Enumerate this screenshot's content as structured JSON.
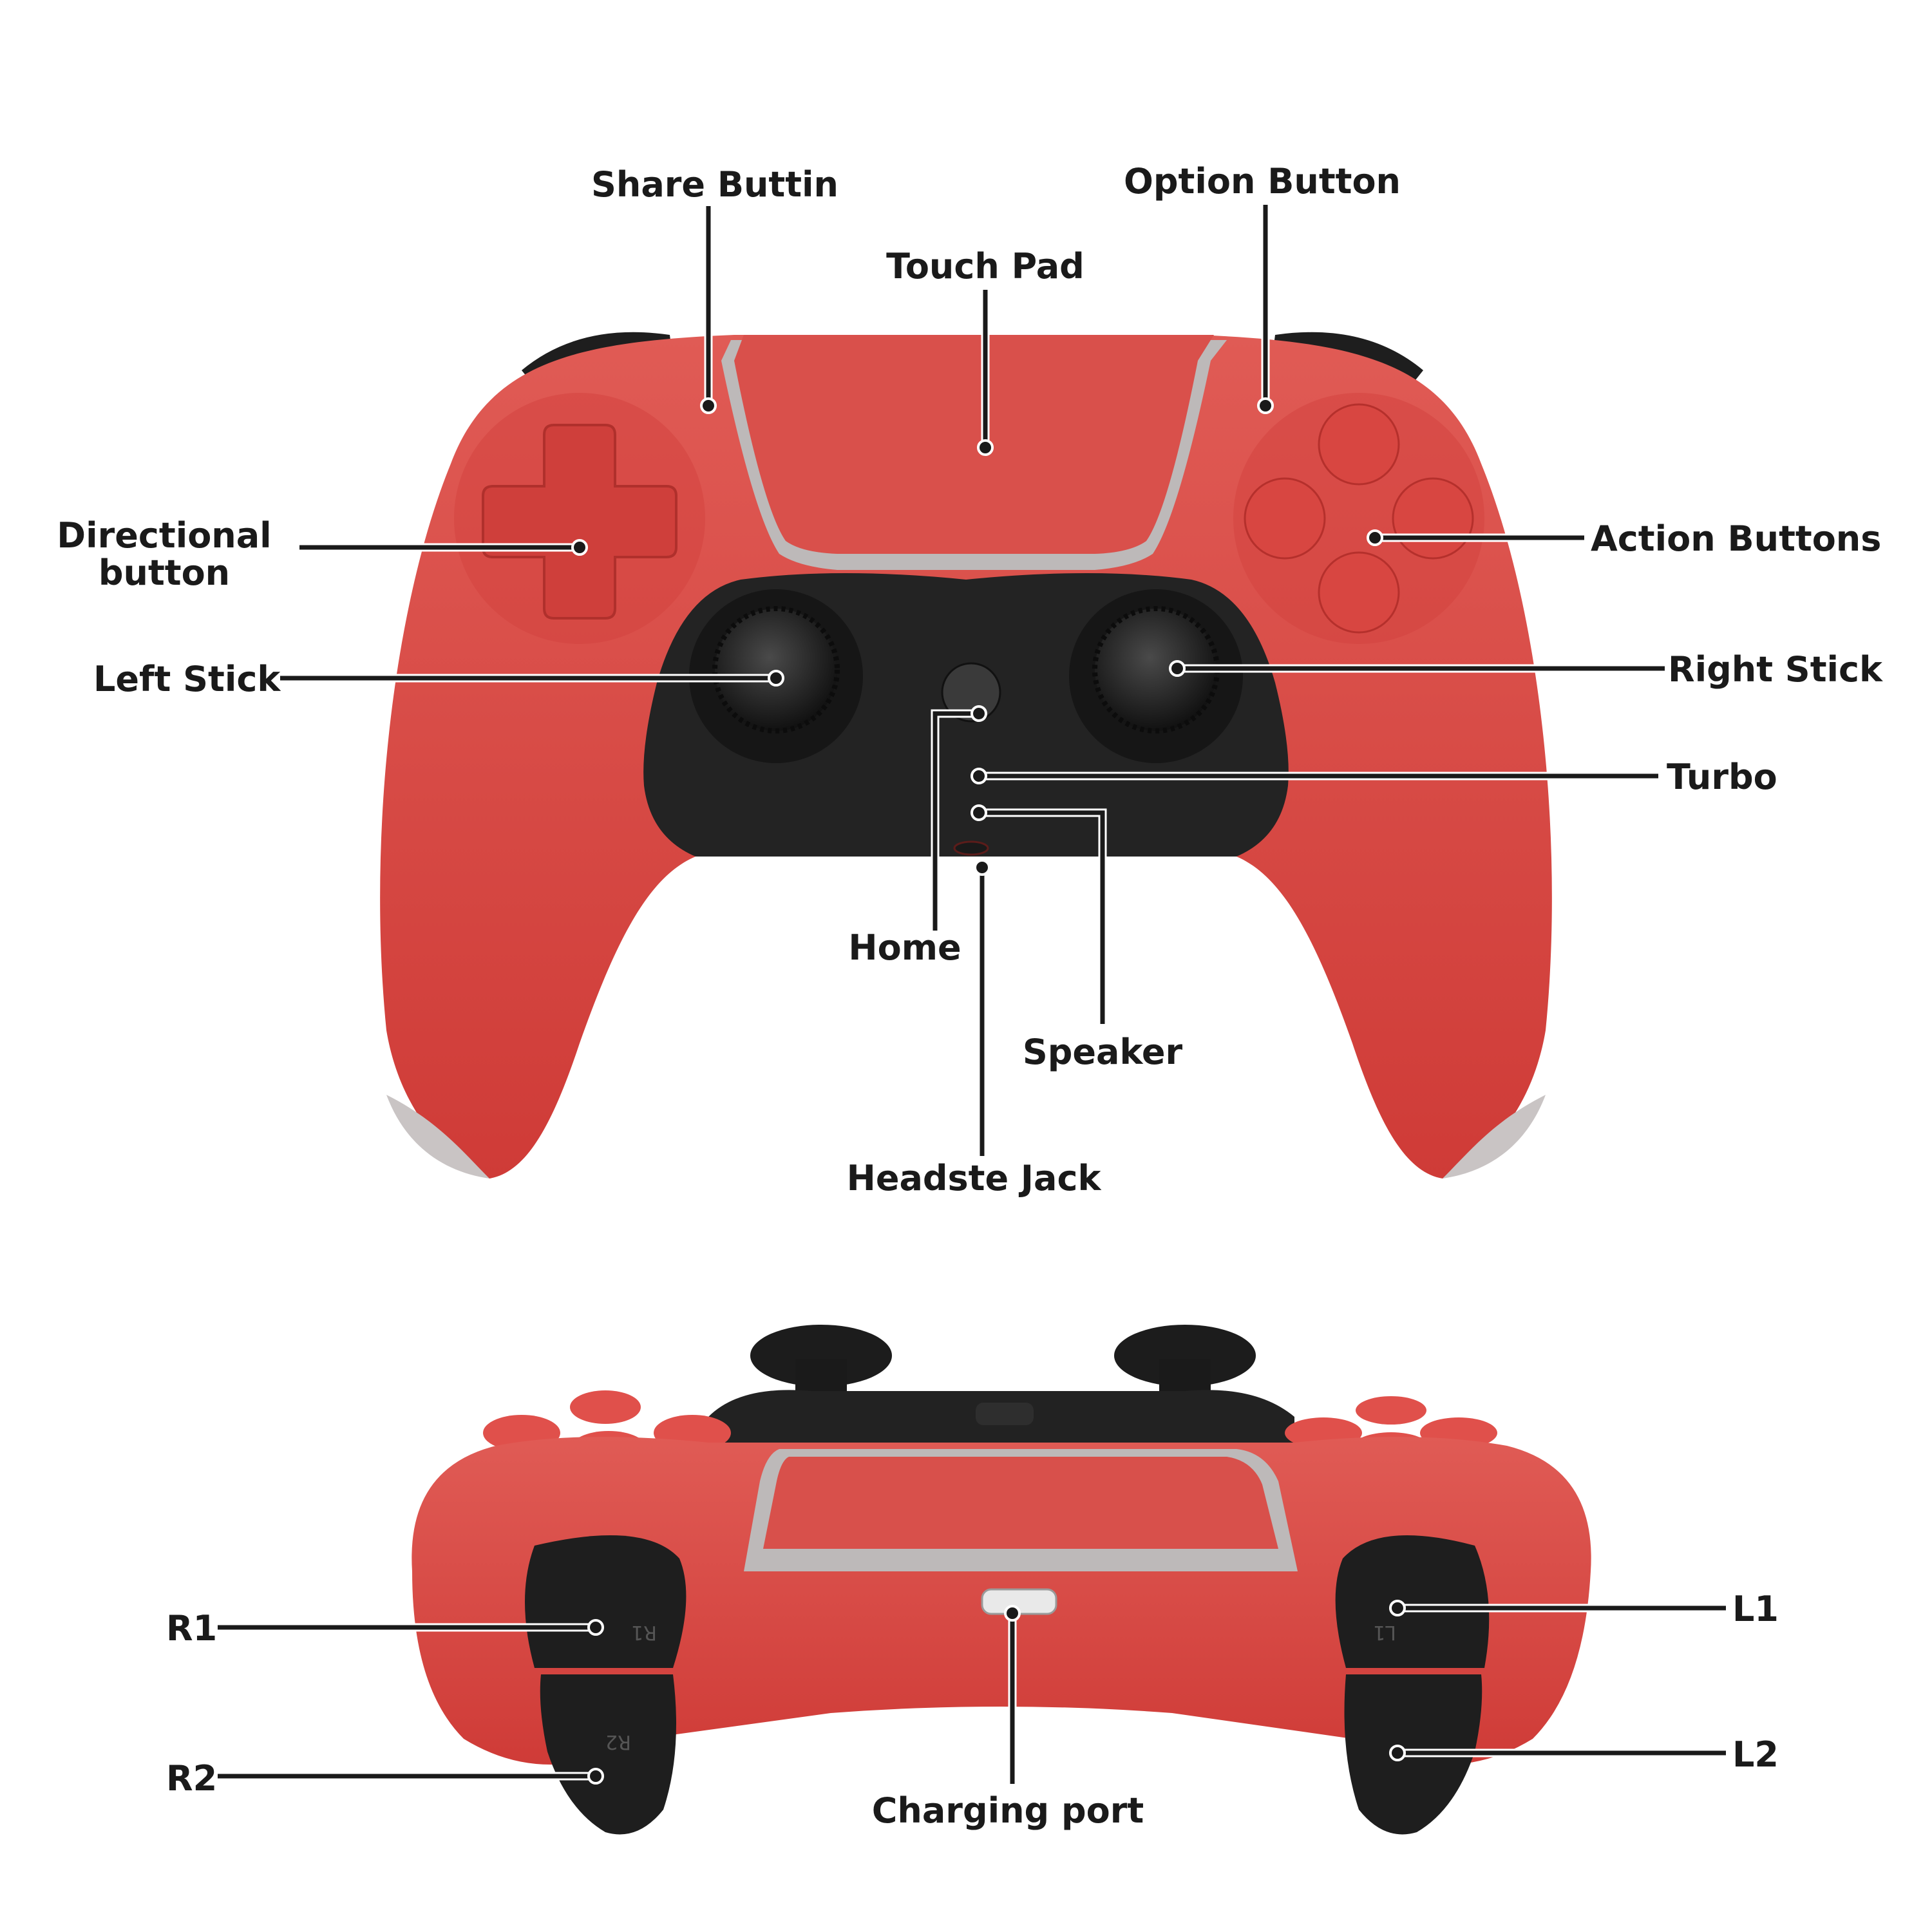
{
  "colors": {
    "shell": "#d8433f",
    "shell_light": "#e2605a",
    "shell_dark": "#b5302c",
    "black_part": "#242424",
    "trim": "#b9b6b6",
    "label_text": "#1a1a1a"
  },
  "front_view": {
    "labels": {
      "share": "Share Buttin",
      "option": "Option Button",
      "touch_pad": "Touch Pad",
      "directional_line1": "Directional",
      "directional_line2": "button",
      "action_buttons": "Action Buttons",
      "left_stick": "Left Stick",
      "right_stick": "Right Stick",
      "turbo": "Turbo",
      "home": "Home",
      "speaker": "Speaker",
      "headset_jack": "Headste Jack"
    }
  },
  "top_view": {
    "labels": {
      "r1": "R1",
      "r2": "R2",
      "l1": "L1",
      "l2": "L2",
      "charging_port": "Charging port"
    },
    "trigger_engravings": {
      "r1": "R1",
      "r2": "R2",
      "l1": "L1"
    }
  }
}
